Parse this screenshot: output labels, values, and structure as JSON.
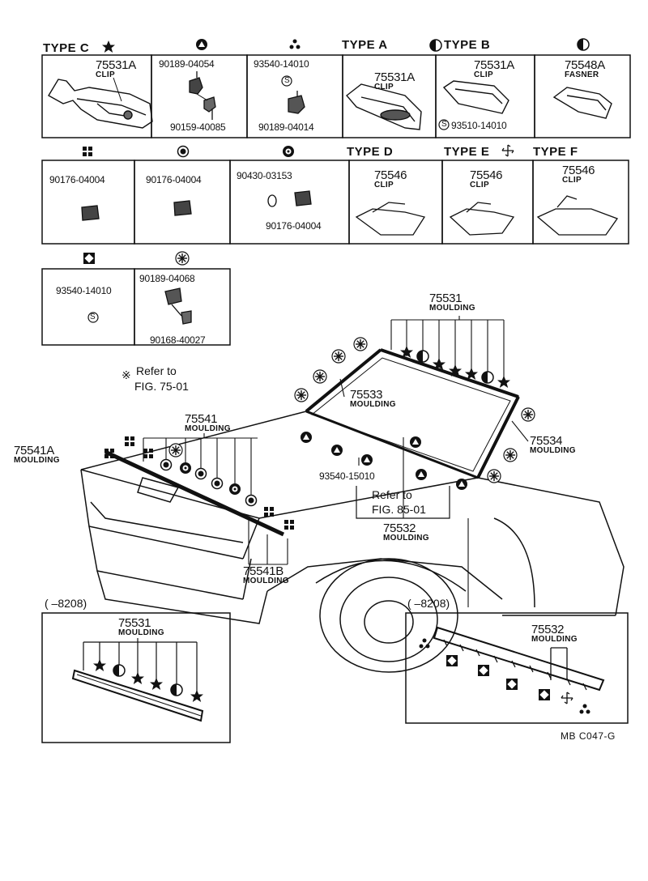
{
  "row1": {
    "type_c": "TYPE C",
    "type_a": "TYPE A",
    "type_b": "TYPE B",
    "c_part": "75531A",
    "c_part_label": "CLIP",
    "tri_top": "90189-04054",
    "tri_bot": "90159-40085",
    "clover_top": "93540-14010",
    "clover_bot": "90189-04014",
    "a_part": "75531A",
    "a_part_label": "CLIP",
    "b_part": "75531A",
    "b_part_label": "CLIP",
    "b_screw": "93510-14010",
    "half_part": "75548A",
    "half_part_label": "FASNER"
  },
  "row2": {
    "sq_part": "90176-04004",
    "dot_part": "90176-04004",
    "ring_top": "90430-03153",
    "ring_bot": "90176-04004",
    "type_d": "TYPE D",
    "type_e": "TYPE E",
    "type_f": "TYPE F",
    "d_part": "75546",
    "d_label": "CLIP",
    "e_part": "75546",
    "e_label": "CLIP",
    "f_part": "75546",
    "f_label": "CLIP"
  },
  "row3": {
    "diamond_part": "93540-14010",
    "asterisk_top": "90189-04068",
    "asterisk_bot": "90168-40027"
  },
  "s_symbol": "S",
  "main": {
    "refer_751": "Refer to",
    "refer_751_fig": "FIG. 75-01",
    "p75531": "75531",
    "p75531_label": "MOULDING",
    "p75533": "75533",
    "p75533_label": "MOULDING",
    "p75534": "75534",
    "p75534_label": "MOULDING",
    "p75541": "75541",
    "p75541_label": "MOULDING",
    "p75541A": "75541A",
    "p75541A_label": "MOULDING",
    "p93540": "93540-15010",
    "refer_85": "Refer to",
    "refer_85_fig": "FIG. 85-01",
    "p75532": "75532",
    "p75532_label": "MOULDING",
    "p75541B": "75541B",
    "p75541B_label": "MOULDING"
  },
  "inset_left": {
    "range": "(      –8208)",
    "part": "75531",
    "label": "MOULDING"
  },
  "inset_right": {
    "range": "(      –8208)",
    "part": "75532",
    "label": "MOULDING"
  },
  "footer_code": "MB  C047-G"
}
